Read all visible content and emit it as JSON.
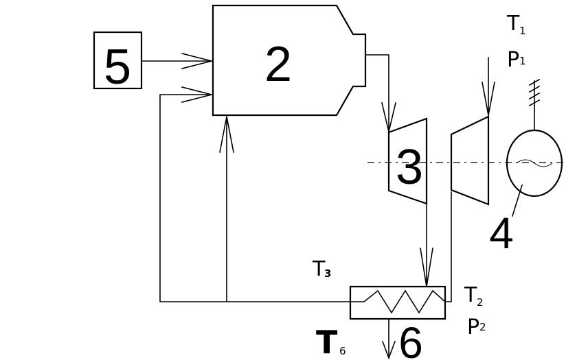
{
  "diagram": {
    "box_5": "5",
    "block_2": "2",
    "turbine_3": "3",
    "generator_4": "4",
    "outlet_6": "6",
    "t1_label": "T",
    "t1_sub": "1",
    "p1_label": "P",
    "p1_sub": "1",
    "t2_label": "T",
    "t2_sub": "2",
    "p2_label": "P",
    "p2_sub": "2",
    "t3_label": "T",
    "t3_sub": "3",
    "t6_label": "T",
    "t6_sub": "6"
  }
}
